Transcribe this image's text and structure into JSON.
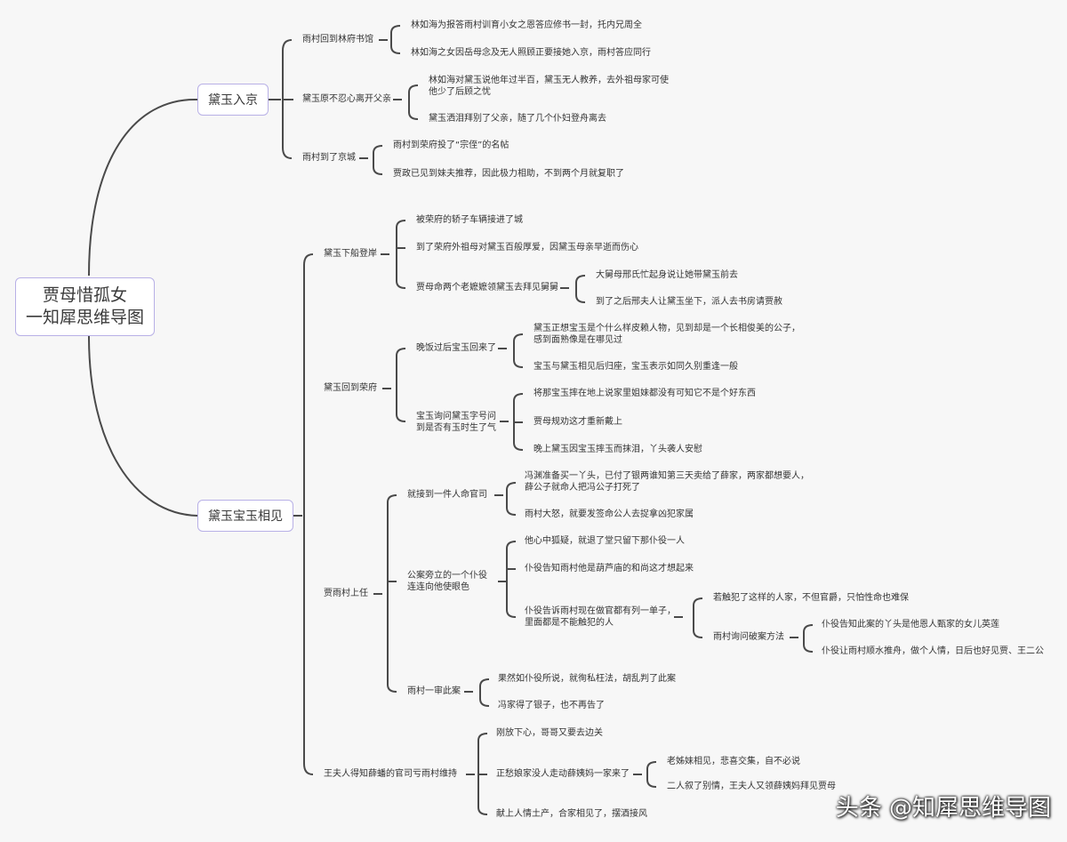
{
  "root": {
    "line1": "贾母惜孤女",
    "line2": "一知犀思维导图"
  },
  "b1": {
    "label": "黛玉入京",
    "s1": {
      "label": "雨村回到林府书馆",
      "c1": "林如海为报答雨村训育小女之恩答应修书一封，托内兄周全",
      "c2": "林如海之女因岳母念及无人照顾正要接她入京，雨村答应同行"
    },
    "s2": {
      "label": "黛玉原不忍心离开父亲",
      "c1a": "林如海对黛玉说他年过半百，黛玉无人教养，去外祖母家可使",
      "c1b": "他少了后顾之忧",
      "c2": "黛玉洒泪拜别了父亲，随了几个仆妇登舟离去"
    },
    "s3": {
      "label": "雨村到了京城",
      "c1": "雨村到荣府投了“宗侄”的名帖",
      "c2": "贾政已见到妹夫推荐，因此极力相助，不到两个月就复职了"
    }
  },
  "b2": {
    "label": "黛玉宝玉相见",
    "s1": {
      "label": "黛玉下船登岸",
      "c1": "被荣府的轿子车辆接进了城",
      "c2": "到了荣府外祖母对黛玉百般厚爱，因黛玉母亲早逝而伤心",
      "c3": "贾母命两个老嬷嬷领黛玉去拜见舅舅",
      "c3a": "大舅母邢氏忙起身说让她带黛玉前去",
      "c3b": "到了之后邢夫人让黛玉坐下，派人去书房请贾赦"
    },
    "s2": {
      "label": "黛玉回到荣府",
      "a": "晚饭过后宝玉回来了",
      "a1a": "黛玉正想宝玉是个什么样皮赖人物，见到却是一个长相俊美的公子，",
      "a1b": "感到面熟像是在哪见过",
      "a2": "宝玉与黛玉相见后归座，宝玉表示如同久别重逢一般",
      "b_a": "宝玉询问黛玉字号问",
      "b_b": "到是否有玉时生了气",
      "b1": "将那宝玉摔在地上说家里姐妹都没有可知它不是个好东西",
      "b2": "贾母规劝这才重新戴上",
      "b3": "晚上黛玉因宝玉摔玉而抹泪，丫头袭人安慰"
    },
    "s3": {
      "label": "贾雨村上任",
      "a": "就接到一件人命官司",
      "a1a": "冯渊准备买一丫头，已付了银两谁知第三天卖给了薛家，两家都想要人，",
      "a1b": "薛公子就命人把冯公子打死了",
      "a2": "雨村大怒，就要发签命公人去捉拿凶犯家属",
      "b_a": "公案旁立的一个仆役",
      "b_b": "连连向他使眼色",
      "b1": "他心中狐疑，就退了堂只留下那仆役一人",
      "b2": "仆役告知雨村他是葫芦庙的和尚这才想起来",
      "b3a": "仆役告诉雨村现在做官都有列一单子，",
      "b3b": "里面都是不能触犯的人",
      "b3_1": "若触犯了这样的人家，不但官爵，只怕性命也难保",
      "b3_2": "雨村询问破案方法",
      "b3_2a": "仆役告知此案的丫头是他恩人甄家的女儿英莲",
      "b3_2b": "仆役让雨村顺水推舟，做个人情，日后也好见贾、王二公",
      "c": "雨村一审此案",
      "c1": "果然如仆役所说，就徇私枉法，胡乱判了此案",
      "c2": "冯家得了银子，也不再告了"
    },
    "s4": {
      "label": "王夫人得知薛蟠的官司亏雨村维持",
      "a": "刚放下心，哥哥又要去边关",
      "b": "正愁娘家没人走动薛姨妈一家来了",
      "b1": "老姊妹相见，悲喜交集，自不必说",
      "b2": "二人叙了别情，王夫人又领薛姨妈拜见贾母",
      "c": "献上人情土产，合家相见了，摆酒接风"
    }
  },
  "watermark": "头条 @知犀思维导图",
  "colors": {
    "line": "#4a4a4a",
    "border": "#b8b0e6",
    "background": "#f7f7f7"
  }
}
